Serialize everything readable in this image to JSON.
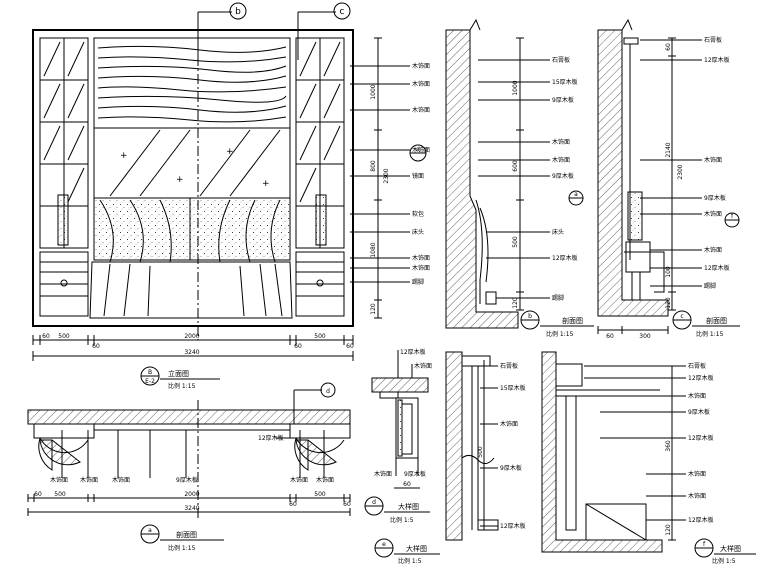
{
  "views": {
    "b": {
      "marker": "B",
      "sheet": "E-2",
      "title": "立面图",
      "scale": "比例 1:15",
      "dims_bottom": [
        "60",
        "500",
        "60",
        "2000",
        "60",
        "500",
        "60"
      ],
      "total": "3240",
      "dims_right": [
        "1000",
        "800",
        "2300",
        "1080",
        "120"
      ],
      "callouts": [
        "b",
        "c"
      ],
      "section_mark": "a",
      "labels": [
        "木饰面",
        "木饰面",
        "木饰面",
        "木饰面",
        "镜面",
        "软包",
        "床头",
        "木饰面",
        "木饰面",
        "踢脚"
      ]
    },
    "c": {
      "marker": "b",
      "title": "剖面图",
      "scale": "比例 1:15",
      "dims": [
        "1000",
        "600",
        "500",
        "120"
      ],
      "section_mark": "a",
      "labels": [
        "石膏板",
        "15厚木板",
        "9厚木板",
        "木饰面",
        "木饰面",
        "9厚木板",
        "床头",
        "12厚木板",
        "踢脚"
      ]
    },
    "d": {
      "marker": "c",
      "title": "剖面图",
      "scale": "比例 1:15",
      "dims": [
        "60",
        "2140",
        "2300",
        "100",
        "120"
      ],
      "bottom_dims": [
        "60",
        "300"
      ],
      "section_mark": "f",
      "labels": [
        "石膏板",
        "12厚木板",
        "木饰面",
        "9厚木板",
        "木饰面",
        "木饰面",
        "12厚木板",
        "踢脚"
      ]
    },
    "plan": {
      "marker": "a",
      "title": "剖面图",
      "scale": "比例 1:15",
      "dims": [
        "60",
        "500",
        "2000",
        "60",
        "500",
        "60"
      ],
      "total": "3240",
      "callout": "d",
      "labels": [
        "12厚木板",
        "木饰面",
        "木饰面",
        "木饰面",
        "9厚木板",
        "木饰面",
        "木饰面"
      ]
    },
    "detail_d": {
      "marker": "d",
      "title": "大样图",
      "scale": "比例 1:5",
      "labels": [
        "12厚木板",
        "木饰面",
        "木饰面",
        "9厚木板"
      ],
      "dim": "60"
    },
    "detail_e": {
      "marker": "e",
      "title": "大样图",
      "scale": "比例 1:5",
      "labels": [
        "石膏板",
        "15厚木板",
        "木饰面",
        "9厚木板",
        "12厚木板"
      ],
      "dim": "500"
    },
    "detail_f": {
      "marker": "f",
      "title": "大样图",
      "scale": "比例 1:5",
      "labels": [
        "石膏板",
        "12厚木板",
        "木饰面",
        "9厚木板",
        "12厚木板",
        "木饰面",
        "木饰面",
        "12厚木板"
      ],
      "dims": [
        "360",
        "120"
      ]
    }
  }
}
